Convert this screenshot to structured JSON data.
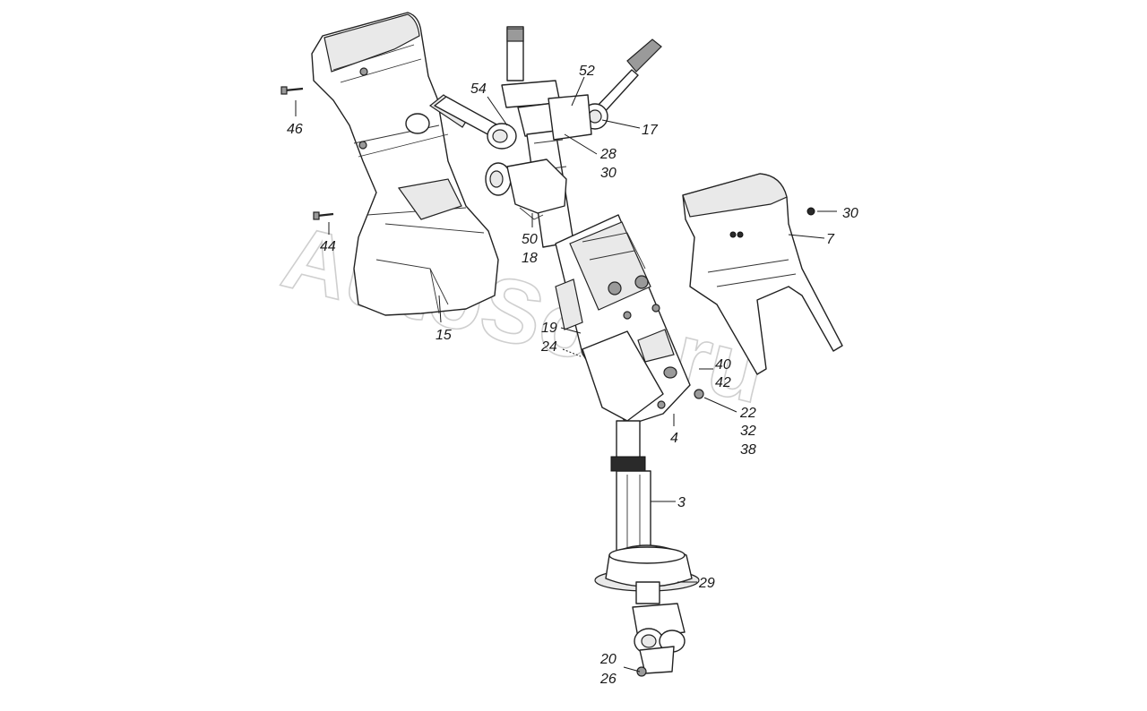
{
  "watermark": "AutoSoft.ru",
  "callouts": {
    "c46": "46",
    "c44": "44",
    "c15": "15",
    "c54": "54",
    "c52": "52",
    "c17": "17",
    "c28": "28",
    "c30a": "30",
    "c50": "50",
    "c18": "18",
    "c30b": "30",
    "c7": "7",
    "c19": "19",
    "c24": "24",
    "c40": "40",
    "c42": "42",
    "c22": "22",
    "c32": "32",
    "c38": "38",
    "c4": "4",
    "c3": "3",
    "c29": "29",
    "c20": "20",
    "c26": "26"
  },
  "parts": [
    {
      "number": "3",
      "icon": "steering-shaft"
    },
    {
      "number": "4",
      "icon": "column-bracket"
    },
    {
      "number": "7",
      "icon": "lower-shroud"
    },
    {
      "number": "15",
      "icon": "upper-shroud"
    },
    {
      "number": "17",
      "icon": "wiper-switch"
    },
    {
      "number": "29",
      "icon": "floor-seal"
    },
    {
      "number": "20",
      "icon": "universal-joint"
    }
  ]
}
